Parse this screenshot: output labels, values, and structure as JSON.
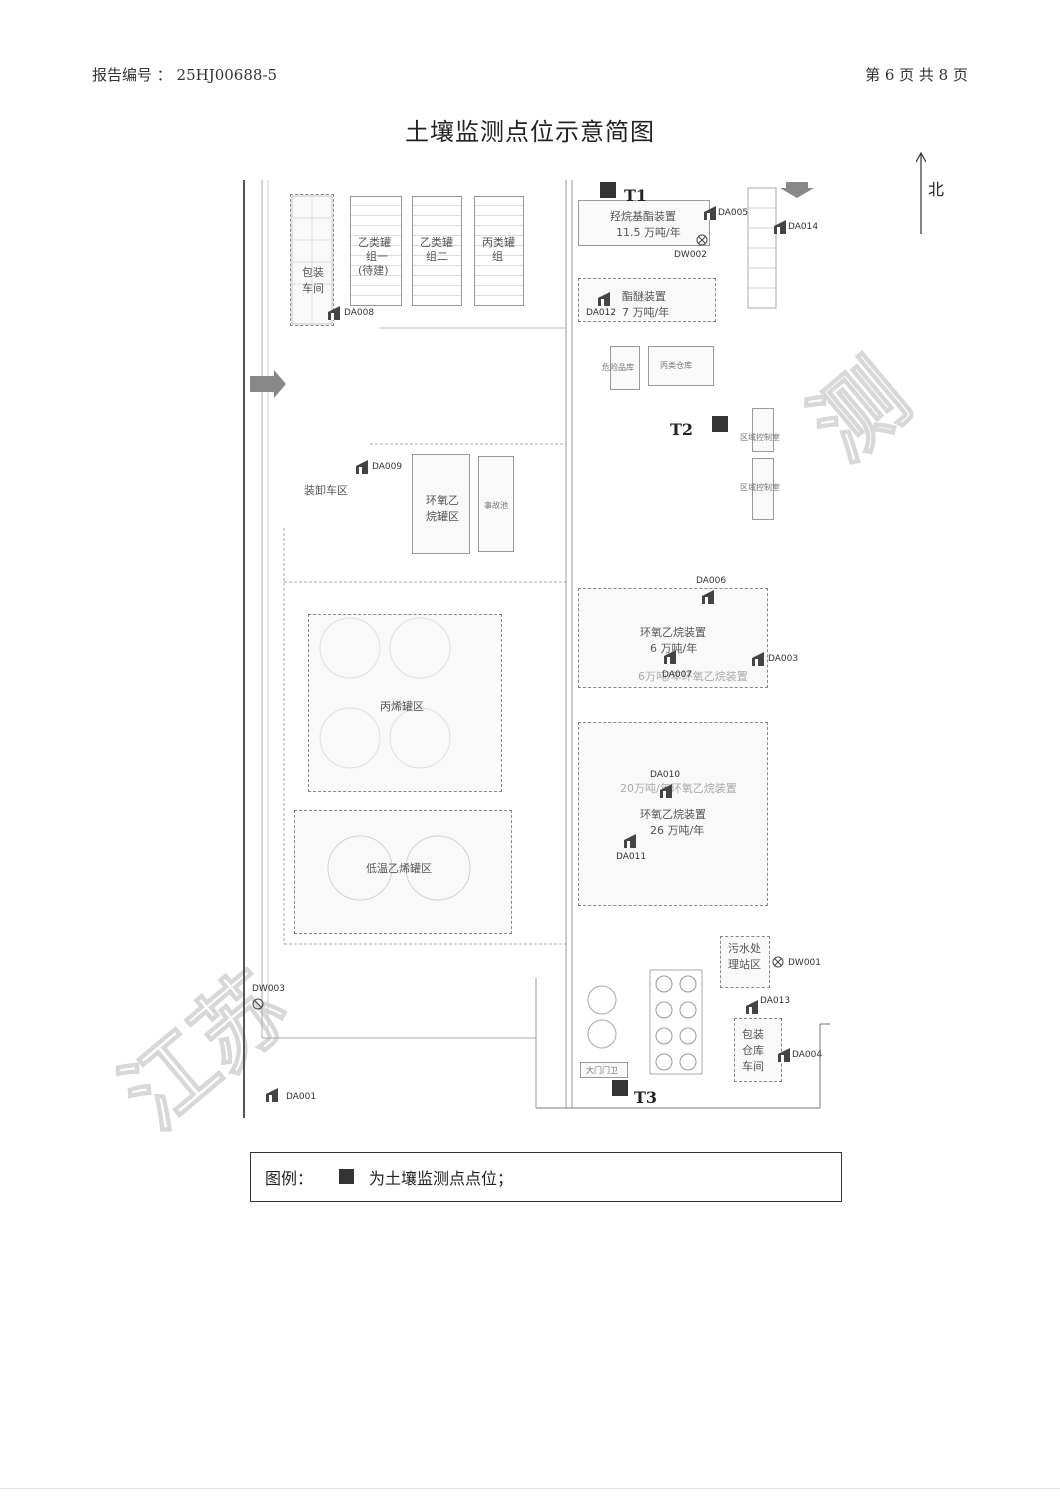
{
  "header": {
    "report_no": "报告编号 ： 25HJ00688-5",
    "page": "第 6 页 共 8 页"
  },
  "title": "土壤监测点位示意简图",
  "north_label": "北",
  "map": {
    "areas": {
      "baozhuang": "包装",
      "chejian": "车间",
      "yiLeiTank1a": "乙类罐",
      "yiLeiTank1b": "组一",
      "yiLeiTank1c": "(待建)",
      "yiLeiTank2a": "乙类罐",
      "yiLeiTank2b": "组二",
      "bingLeiTank1": "丙类罐",
      "bingLeiTank2": "组",
      "ethyleneBase1": "羟烷基酯装置",
      "ethyleneBase2": "11.5 万吨/年",
      "unit2a": "酯醚装置",
      "unit2b": "7 万吨/年",
      "loading": "装卸车区",
      "eoTank1": "环氧乙",
      "eoTank2": "烷罐区",
      "accident": "事故池",
      "eoUnit1a": "环氧乙烷装置",
      "eoUnit1b": "6 万吨/年",
      "eoUnit1c": "6万吨/年环氧乙烷装置",
      "propylene": "丙烯罐区",
      "eoUnit2a": "20万吨/年环氧乙烷装置",
      "eoUnit2b": "环氧乙烷装置",
      "eoUnit2c": "26 万吨/年",
      "lowTempEthylene": "低温乙烯罐区",
      "sewage1": "污水处",
      "sewage2": "理站区",
      "packing1": "包装",
      "packing2": "仓库",
      "packing3": "车间",
      "warehouse": "丙类仓库",
      "controlRoom1": "区域控制室",
      "controlRoom2": "区域控制室",
      "chemWarehouse": "危险品库",
      "gate": "大门门卫"
    },
    "points": {
      "DA001": "DA001",
      "DA003": "DA003",
      "DA004": "DA004",
      "DA005": "DA005",
      "DA006": "DA006",
      "DA007": "DA007",
      "DA008": "DA008",
      "DA009": "DA009",
      "DA010": "DA010",
      "DA011": "DA011",
      "DA012": "DA012",
      "DA013": "DA013",
      "DA014": "DA014",
      "DW001": "DW001",
      "DW002": "DW002",
      "DW003": "DW003"
    },
    "soil_points": {
      "T1": "T1",
      "T2": "T2",
      "T3": "T3"
    }
  },
  "legend": {
    "label": "图例：",
    "text": "为土壤监测点点位；"
  },
  "colors": {
    "marker": "#333333",
    "line": "#9a9a9a"
  }
}
